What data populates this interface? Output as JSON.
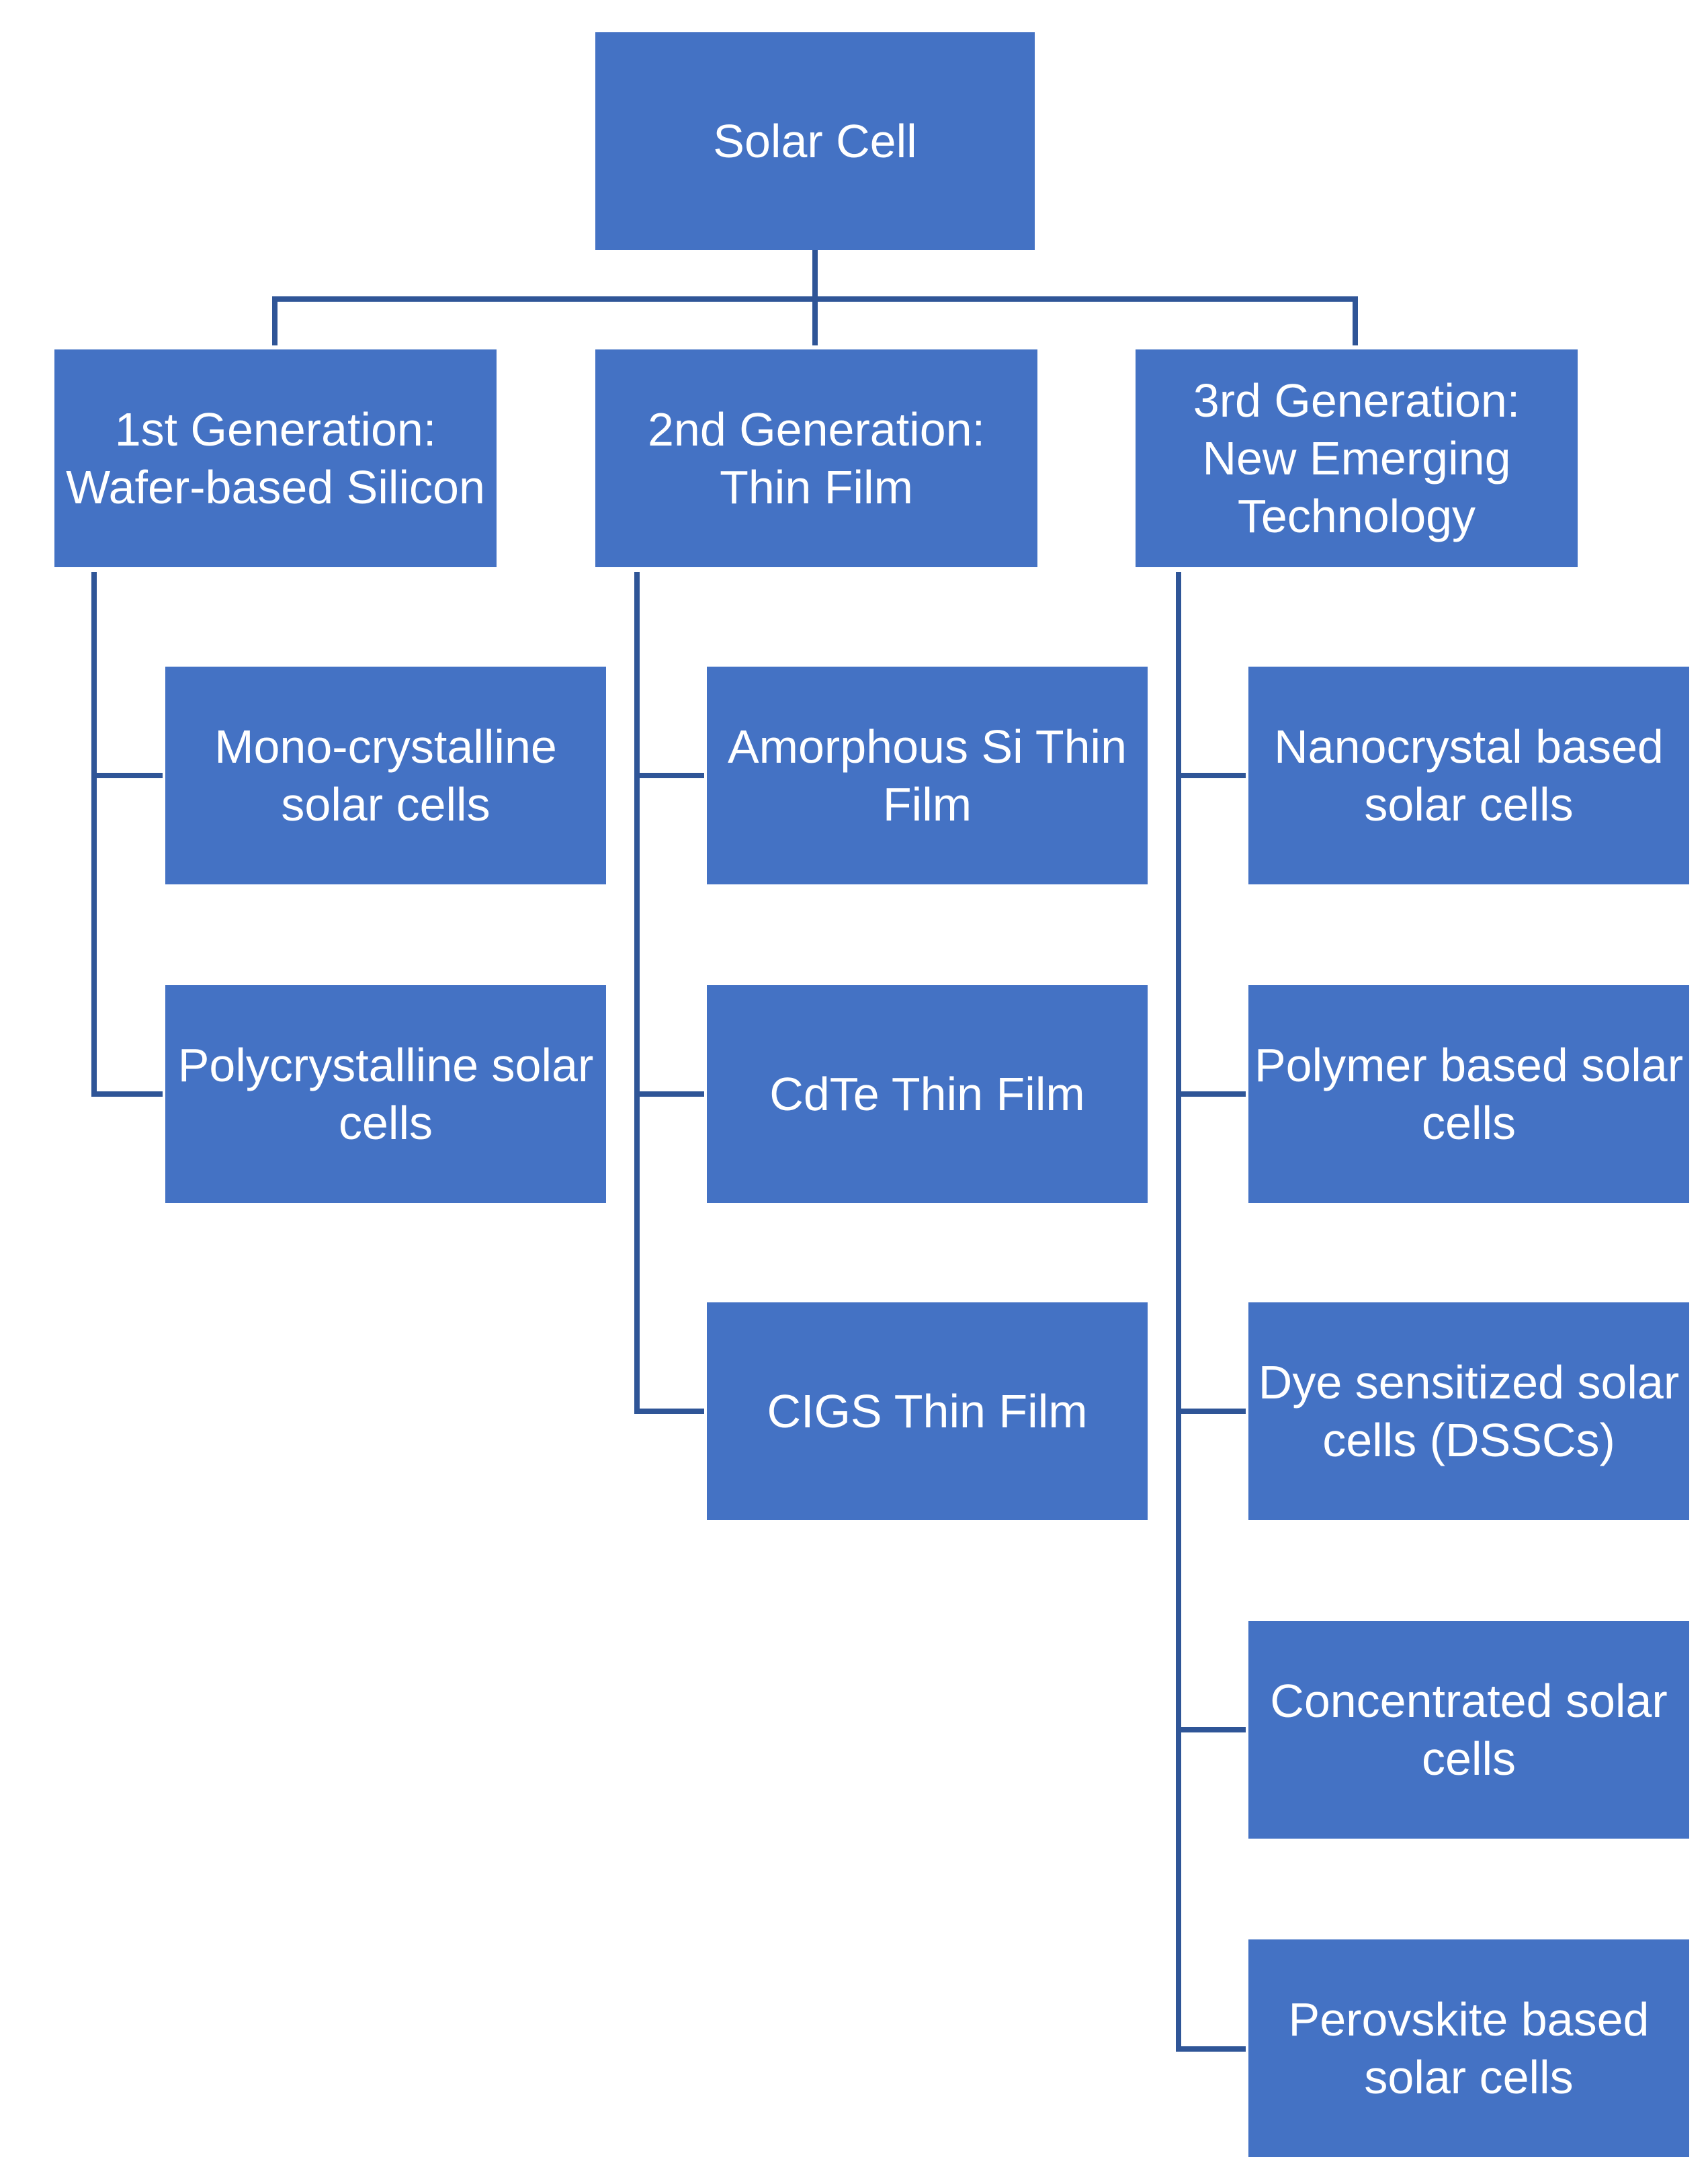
{
  "theme": {
    "box_color": "#4472c4",
    "line_color": "#2f5597",
    "text_color": "#ffffff",
    "background": "#ffffff"
  },
  "root": {
    "label": "Solar Cell"
  },
  "generations": [
    {
      "label": "1st Generation: Wafer-based Silicon",
      "children": [
        "Mono-crystalline solar cells",
        "Polycrystalline solar cells"
      ]
    },
    {
      "label": "2nd Generation: Thin Film",
      "children": [
        "Amorphous Si Thin Film",
        "CdTe Thin Film",
        "CIGS Thin Film"
      ]
    },
    {
      "label": "3rd Generation: New Emerging Technology",
      "children": [
        "Nanocrystal based solar cells",
        "Polymer based solar cells",
        "Dye sensitized solar cells (DSSCs)",
        "Concentrated solar cells",
        "Perovskite based solar cells"
      ]
    }
  ]
}
